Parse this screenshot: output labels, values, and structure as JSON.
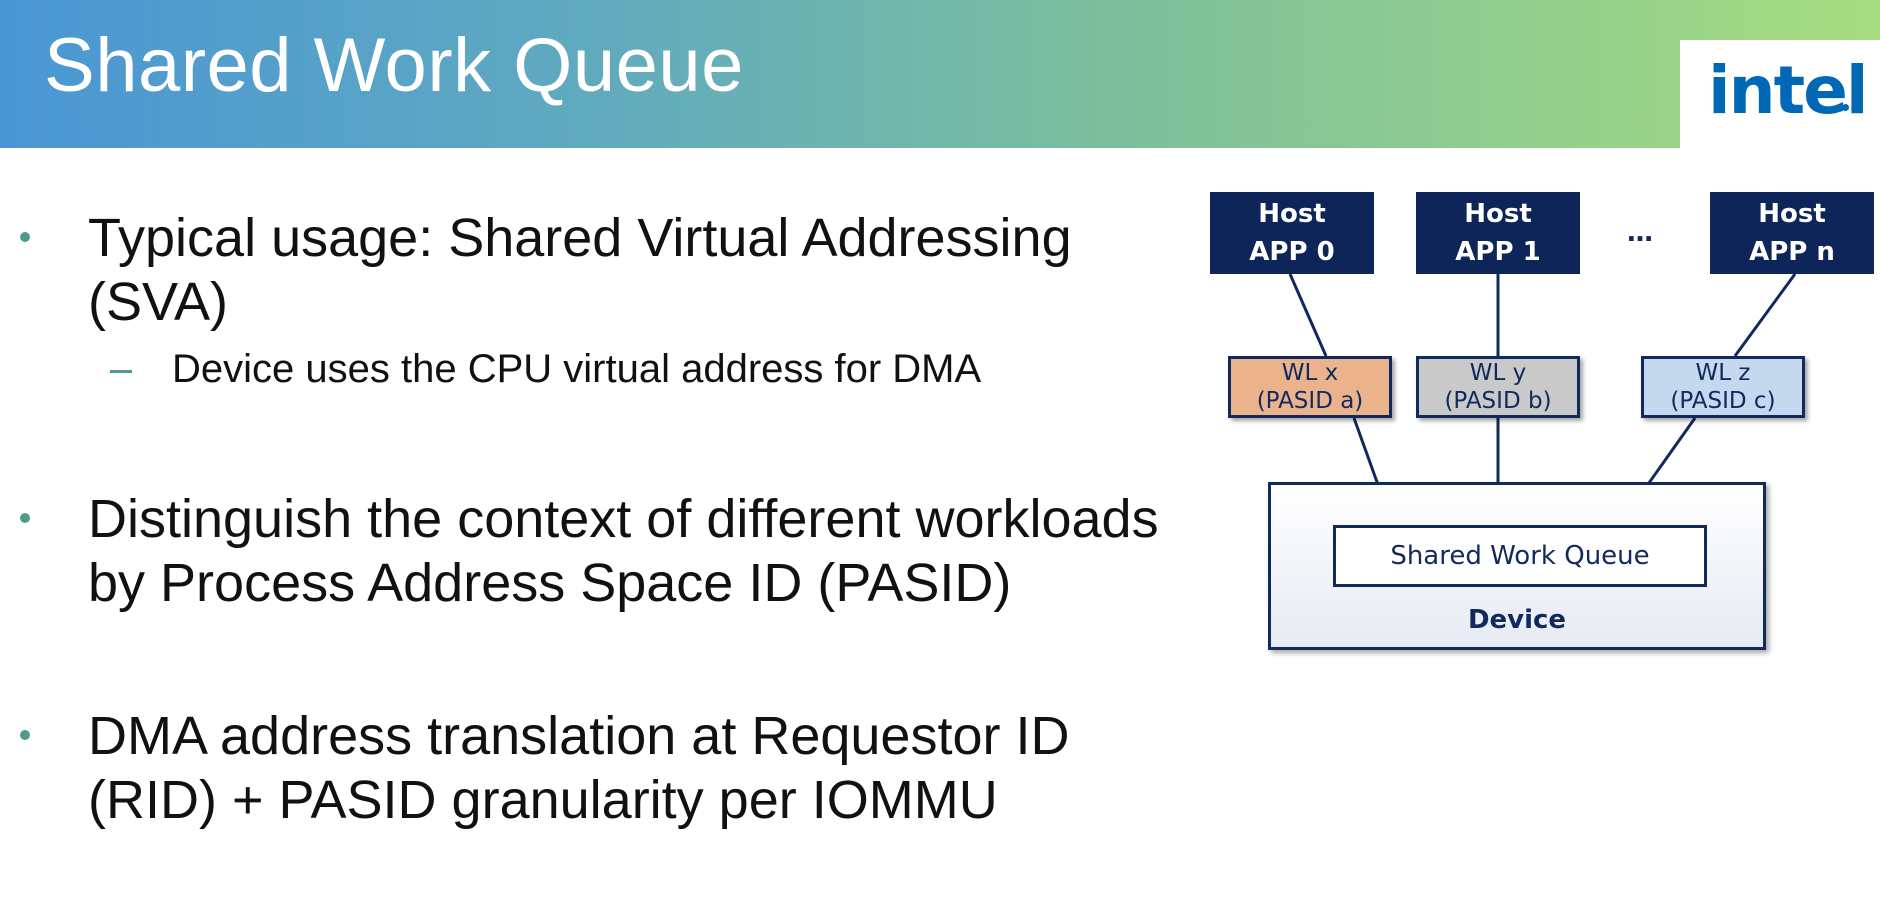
{
  "slide": {
    "title": "Shared Work Queue",
    "logo_text": "intel"
  },
  "bullets": [
    {
      "lines": [
        "Typical usage: Shared Virtual Addressing",
        "(SVA)"
      ],
      "subitems": [
        "Device uses the CPU virtual address for DMA"
      ]
    },
    {
      "lines": [
        "Distinguish the context of different workloads",
        "by Process Address Space ID (PASID)"
      ]
    },
    {
      "lines": [
        "DMA address translation at Requestor ID",
        "(RID) + PASID granularity per IOMMU"
      ]
    }
  ],
  "diagram": {
    "hosts": [
      {
        "line1": "Host",
        "line2": "APP 0"
      },
      {
        "line1": "Host",
        "line2": "APP 1"
      },
      {
        "line1": "Host",
        "line2": "APP n"
      }
    ],
    "ellipsis": "…",
    "workloads": [
      {
        "line1": "WL x",
        "line2": "(PASID a)",
        "color": "#eab38c"
      },
      {
        "line1": "WL y",
        "line2": "(PASID b)",
        "color": "#c9c9c9"
      },
      {
        "line1": "WL z",
        "line2": "(PASID c)",
        "color": "#c4d8ee"
      }
    ],
    "queue_label": "Shared Work Queue",
    "device_label": "Device",
    "colors": {
      "host_fill": "#0d2559",
      "line": "#12295e"
    }
  }
}
